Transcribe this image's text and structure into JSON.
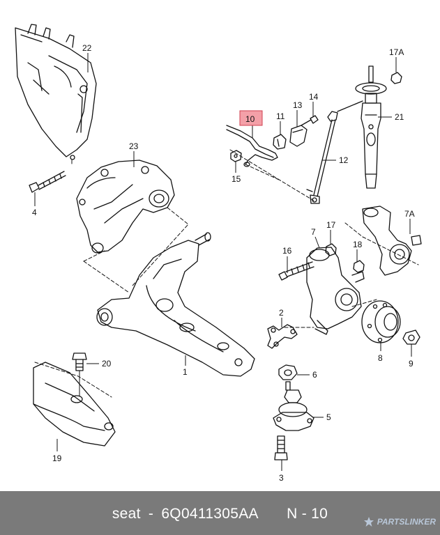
{
  "callouts": [
    "22",
    "23",
    "4",
    "10",
    "11",
    "13",
    "14",
    "15",
    "12",
    "17A",
    "21",
    "7A",
    "7",
    "17",
    "16",
    "18",
    "2",
    "8",
    "9",
    "1",
    "20",
    "6",
    "5",
    "19",
    "3"
  ],
  "highlight_color": "#f4a0a8",
  "footer": {
    "brand": "seat",
    "separator": "-",
    "part_number": "6Q0411305AA",
    "position": "N - 10",
    "bar_color": "#7a7a7a"
  },
  "watermark": {
    "name": "PARTSLINKER",
    "icon": "star-icon"
  }
}
